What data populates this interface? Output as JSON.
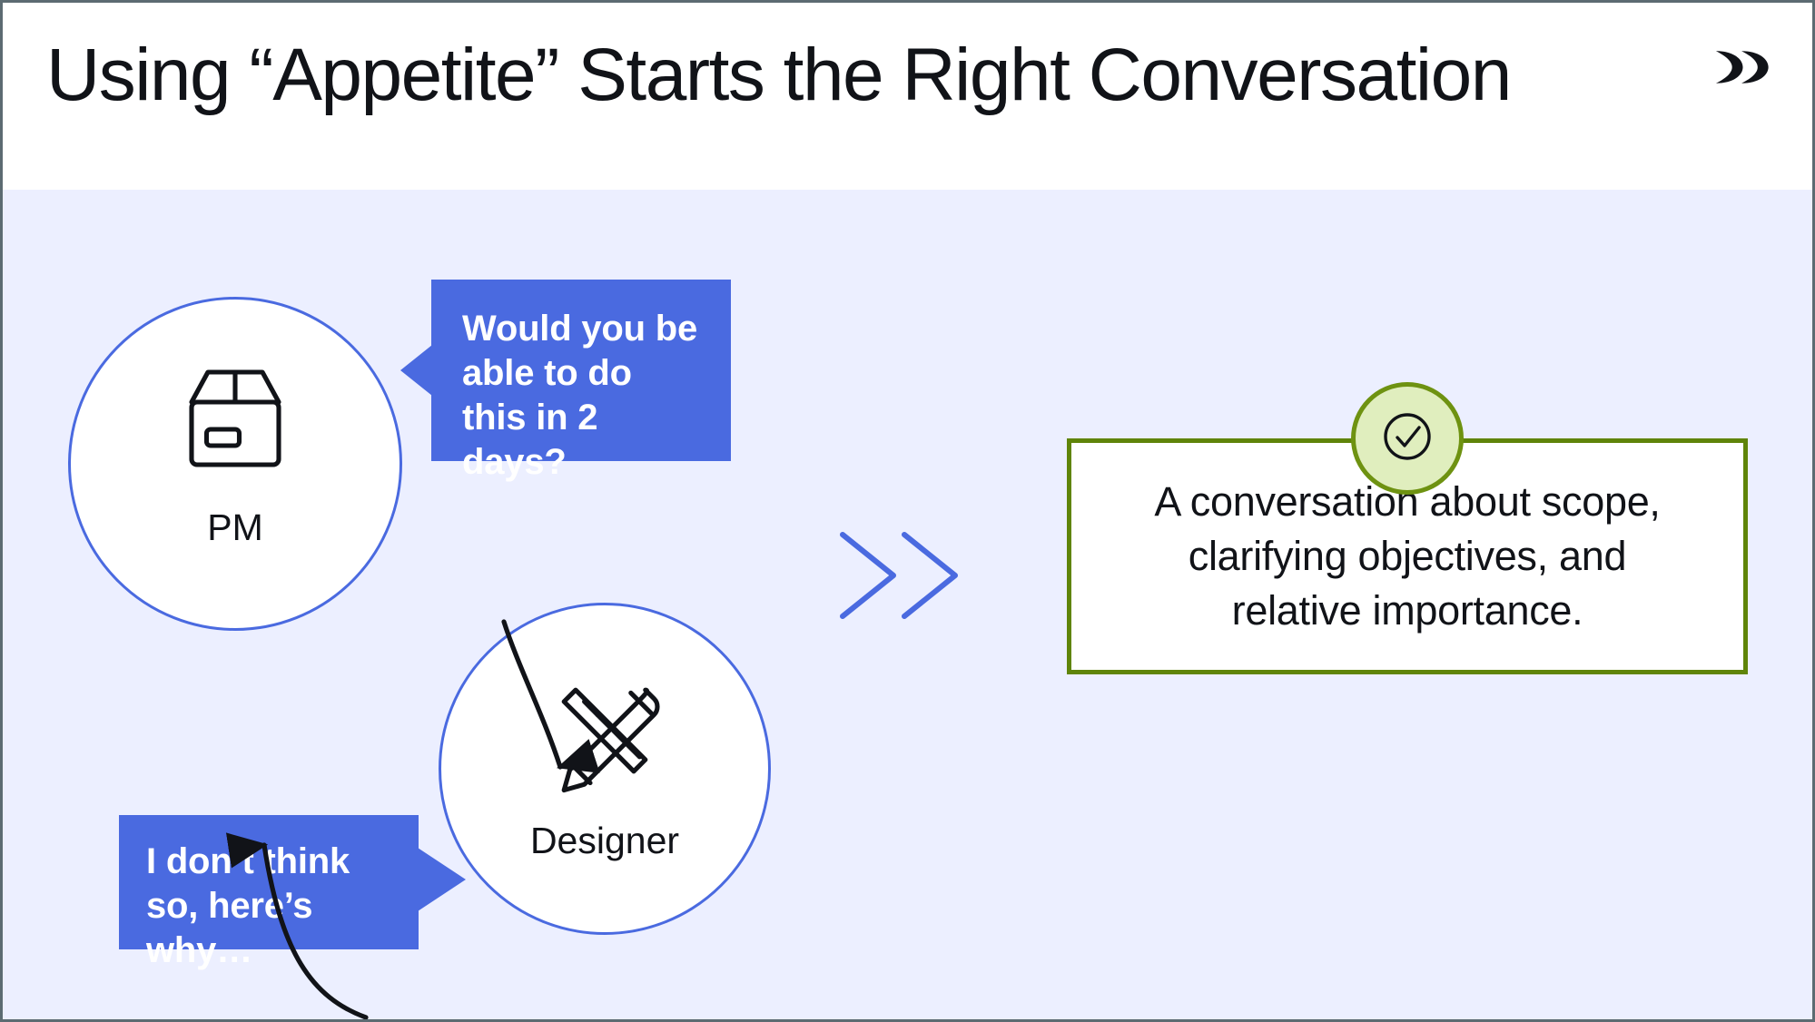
{
  "header": {
    "title": "Using “Appetite” Starts the Right Conversation",
    "logo_name": "double-chevron-brand-logo"
  },
  "colors": {
    "background": "#ecefff",
    "accent_blue": "#4a6ae0",
    "header_background": "#ffffff",
    "outcome_border_green": "#5f8409",
    "badge_fill_green": "#e0eebe",
    "badge_border_green": "#6e9211",
    "text_dark": "#111318",
    "slide_border": "#5c6b72"
  },
  "roles": [
    {
      "id": "pm",
      "label": "PM",
      "icon": "package-box-icon"
    },
    {
      "id": "designer",
      "label": "Designer",
      "icon": "pencil-ruler-icon"
    }
  ],
  "bubbles": [
    {
      "id": "pm-question",
      "speaker": "PM",
      "text": "Would you be able to do this in 2 days?",
      "tail": "left"
    },
    {
      "id": "designer-reply",
      "speaker": "Designer",
      "text": "I don’t think so, here’s why…",
      "tail": "right"
    }
  ],
  "arrows": [
    {
      "id": "pm-to-designer",
      "direction": "down",
      "from": "PM",
      "to": "Designer"
    },
    {
      "id": "designer-to-pm",
      "direction": "up",
      "from": "Designer",
      "to": "PM"
    }
  ],
  "chevrons": {
    "name": "double-chevron-right",
    "count": 2
  },
  "outcome": {
    "text": "A conversation about scope,\nclarifying objectives, and\nrelative importance.",
    "badge_icon": "check-circle-icon"
  }
}
